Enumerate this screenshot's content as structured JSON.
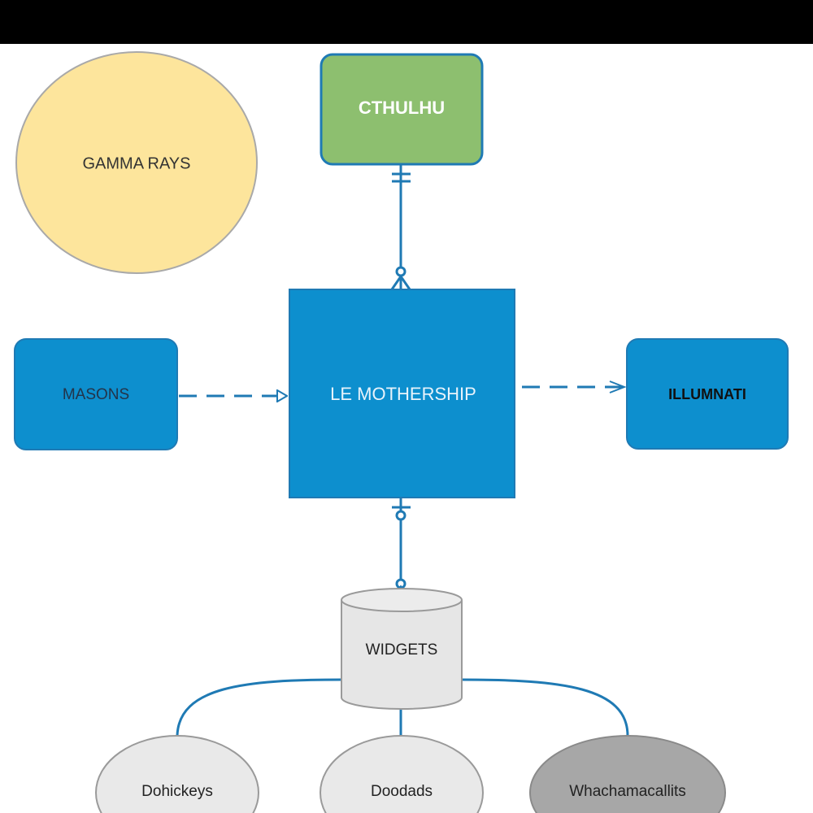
{
  "nodes": {
    "gamma_rays": "GAMMA RAYS",
    "cthulhu": "CTHULHU",
    "masons": "MASONS",
    "mothership": "LE MOTHERSHIP",
    "illumnati": "ILLUMNATI",
    "widgets": "WIDGETS",
    "dohickeys": "Dohickeys",
    "doodads": "Doodads",
    "whachamacallits": "Whachamacallits"
  },
  "colors": {
    "gamma_fill": "#fde59c",
    "green_fill": "#8dbf6f",
    "blue_fill": "#0d8fce",
    "connector": "#1f7ab4",
    "widgets_fill": "#e6e6e6",
    "light_ellipse": "#e9e9e9",
    "dark_ellipse": "#a7a7a7"
  }
}
